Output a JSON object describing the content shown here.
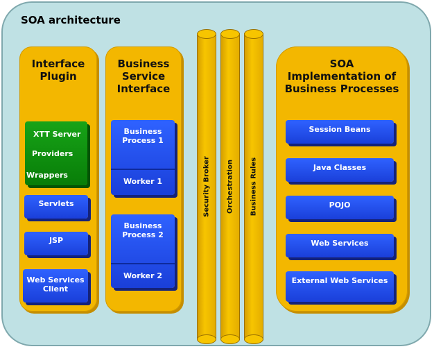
{
  "title": "SOA architecture",
  "interface_plugin": {
    "title_line1": "Interface",
    "title_line2": "Plugin",
    "green_group": [
      "XTT Server",
      "Providers",
      "Wrappers"
    ],
    "boxes": [
      "Servlets",
      "JSP",
      "Web Services",
      "Client"
    ]
  },
  "business_service": {
    "title_line1": "Business",
    "title_line2": "Service",
    "title_line3": "Interface",
    "group1": {
      "line1": "Business",
      "line2": "Process 1",
      "worker": "Worker 1"
    },
    "group2": {
      "line1": "Business",
      "line2": "Process 2",
      "worker": "Worker 2"
    }
  },
  "pillars": [
    "Security Broker",
    "Orchestration",
    "Business Rules"
  ],
  "soa_impl": {
    "title_line1": "SOA",
    "title_line2": "Implementation of",
    "title_line3": "Business Processes",
    "boxes": [
      "Session Beans",
      "Java Classes",
      "POJO",
      "Web Services",
      "External Web Services"
    ]
  },
  "colors": {
    "background": "#bfe1e4",
    "column": "#f3b700",
    "box": "#2f62ff",
    "green": "#17a317"
  }
}
